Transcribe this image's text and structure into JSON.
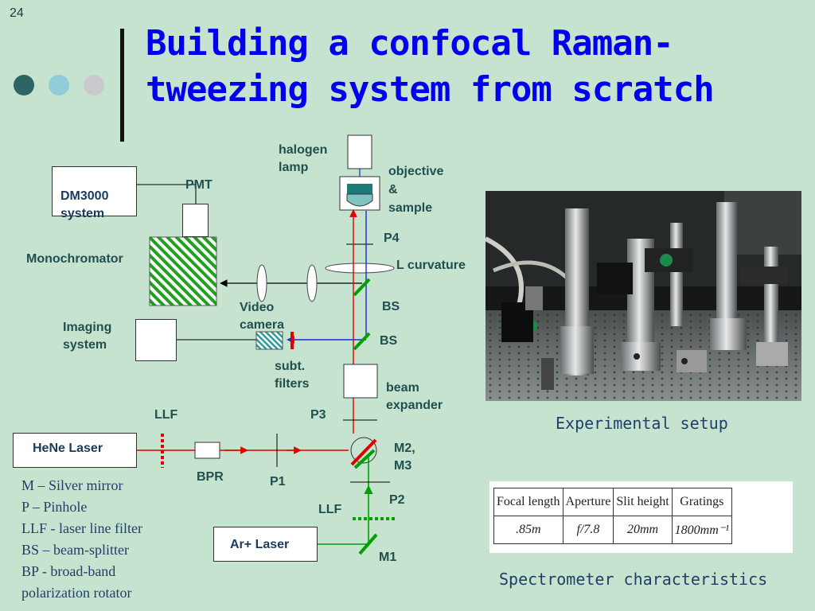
{
  "slide": {
    "number": "24",
    "title_line1": "Building a confocal Raman-",
    "title_line2": "tweezing system from scratch"
  },
  "colors": {
    "background": "#c6e3d0",
    "title": "#0000ee",
    "red_beam": "#e00000",
    "blue_beam": "#1a2ad6",
    "green_beam": "#00a000",
    "dots": [
      "#2f6464",
      "#8fcdd8",
      "#c9c9cf"
    ]
  },
  "diagram": {
    "dm3000": "DM3000\nsystem",
    "pmt": "PMT",
    "monochromator": "Monochromator",
    "halogen_lamp": "halogen\nlamp",
    "objective_sample": "objective\n&\nsample",
    "p4": "P4",
    "l_curvature": "L curvature",
    "bs_upper": "BS",
    "bs_lower": "BS",
    "video_camera": "Video\ncamera",
    "imaging_system": "Imaging\nsystem",
    "subt_filters": "subt.\nfilters",
    "beam_expander": "beam\nexpander",
    "llf_top": "LLF",
    "p3": "P3",
    "hene_laser": "HeNe Laser",
    "m2_m3": "M2,\nM3",
    "bpr": "BPR",
    "p1": "P1",
    "p2": "P2",
    "llf_bottom": "LLF",
    "ar_laser": "Ar+ Laser",
    "m1": "M1"
  },
  "legend": [
    "M – Silver mirror",
    "P – Pinhole",
    "LLF - laser line filter",
    "BS – beam-splitter",
    "BP -  broad-band",
    "polarization rotator"
  ],
  "photo_caption": "Experimental setup",
  "spectrometer": {
    "caption": "Spectrometer characteristics",
    "headers": [
      "Focal length",
      "Aperture",
      "Slit height",
      "Gratings"
    ],
    "values": [
      ".85m",
      "f/7.8",
      "20mm",
      "1800mm⁻¹"
    ]
  }
}
